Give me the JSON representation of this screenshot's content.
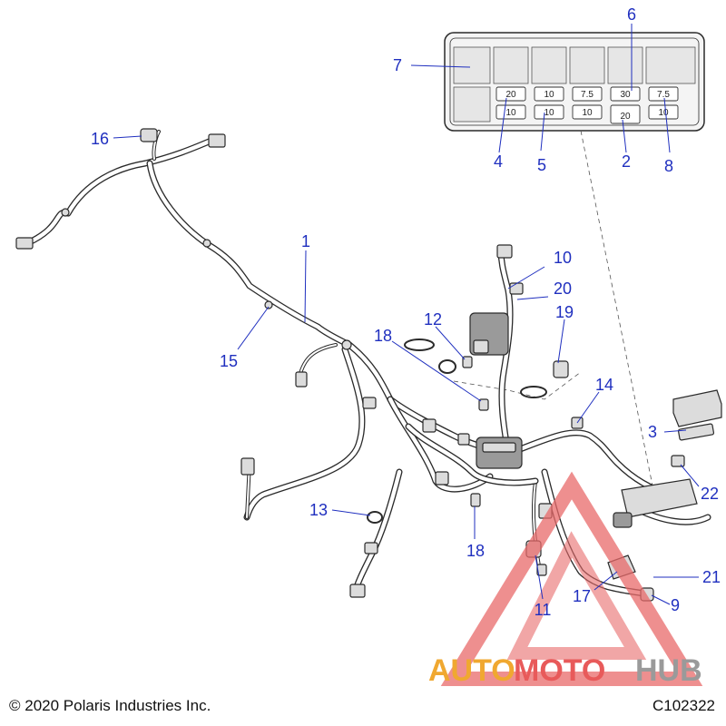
{
  "callouts": {
    "c1": "1",
    "c2": "2",
    "c3": "3",
    "c4": "4",
    "c5": "5",
    "c6": "6",
    "c7": "7",
    "c8": "8",
    "c9": "9",
    "c10": "10",
    "c11": "11",
    "c12": "12",
    "c13": "13",
    "c14": "14",
    "c15": "15",
    "c16": "16",
    "c17": "17",
    "c18a": "18",
    "c18b": "18",
    "c19": "19",
    "c20": "20",
    "c21": "21",
    "c22": "22"
  },
  "fuse_box": {
    "top_row": [
      "20",
      "10",
      "7.5",
      "30",
      "7.5"
    ],
    "bottom_row": [
      "10",
      "10",
      "10",
      "20",
      "10"
    ]
  },
  "watermark": {
    "part1": "AUTO",
    "part2": "MOTO",
    "part3": "HUB",
    "color1": "#f0a830",
    "color2": "#e85a5a",
    "color3": "#9a9a9a"
  },
  "footer": {
    "copyright": "© 2020 Polaris Industries Inc.",
    "doc_number": "C102322"
  }
}
